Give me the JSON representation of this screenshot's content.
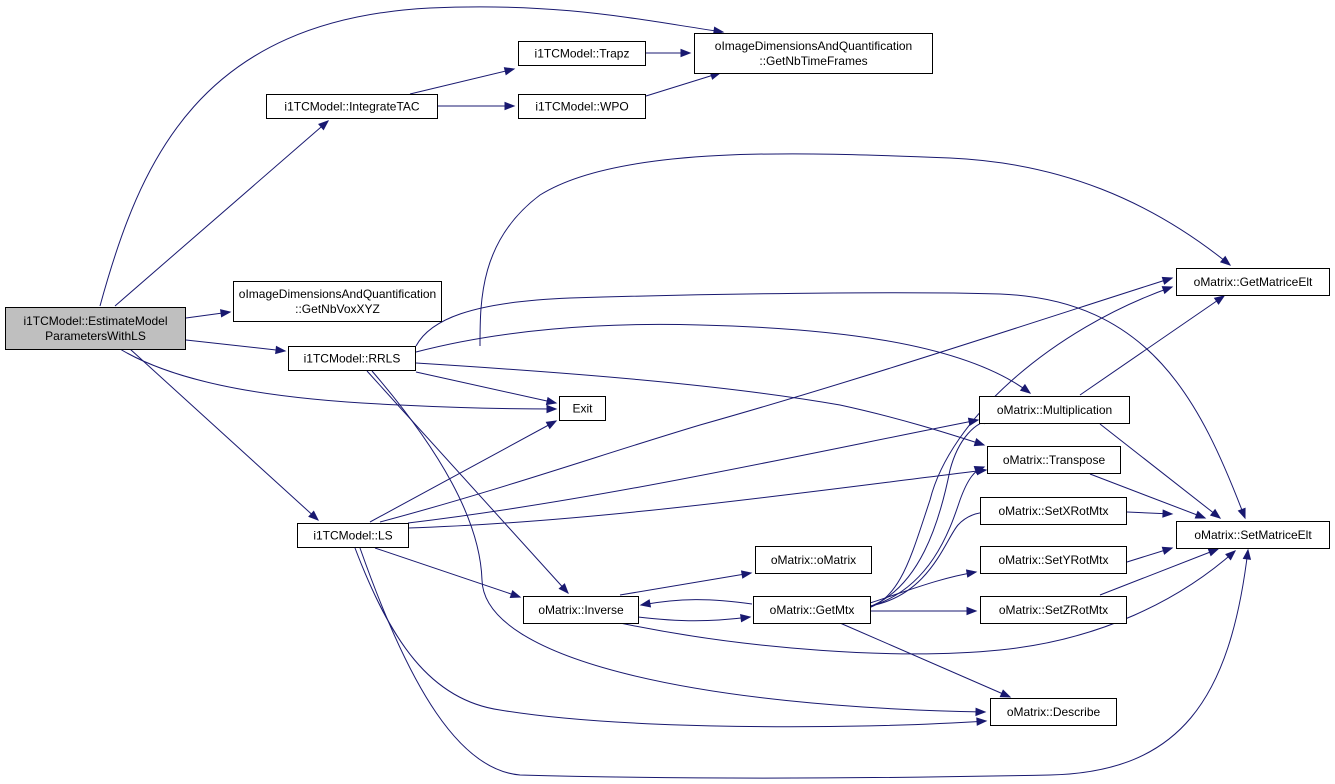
{
  "graph": {
    "type": "call-graph",
    "colors": {
      "edge": "#191970",
      "root_fill": "#bfbfbf",
      "node_fill": "#ffffff",
      "border": "#000000"
    },
    "nodes": [
      {
        "id": "root",
        "lines": [
          "i1TCModel::EstimateModel",
          "ParametersWithLS"
        ],
        "root": true
      },
      {
        "id": "integrate",
        "lines": [
          "i1TCModel::IntegrateTAC"
        ]
      },
      {
        "id": "trapz",
        "lines": [
          "i1TCModel::Trapz"
        ]
      },
      {
        "id": "wpo",
        "lines": [
          "i1TCModel::WPO"
        ]
      },
      {
        "id": "nbtime",
        "lines": [
          "oImageDimensionsAndQuantification",
          "::GetNbTimeFrames"
        ]
      },
      {
        "id": "nbvox",
        "lines": [
          "oImageDimensionsAndQuantification",
          "::GetNbVoxXYZ"
        ]
      },
      {
        "id": "rrls",
        "lines": [
          "i1TCModel::RRLS"
        ]
      },
      {
        "id": "exit",
        "lines": [
          "Exit"
        ]
      },
      {
        "id": "ls",
        "lines": [
          "i1TCModel::LS"
        ]
      },
      {
        "id": "getelt",
        "lines": [
          "oMatrix::GetMatriceElt"
        ]
      },
      {
        "id": "mult",
        "lines": [
          "oMatrix::Multiplication"
        ]
      },
      {
        "id": "transpose",
        "lines": [
          "oMatrix::Transpose"
        ]
      },
      {
        "id": "setxrot",
        "lines": [
          "oMatrix::SetXRotMtx"
        ]
      },
      {
        "id": "setelt",
        "lines": [
          "oMatrix::SetMatriceElt"
        ]
      },
      {
        "id": "omatrix",
        "lines": [
          "oMatrix::oMatrix"
        ]
      },
      {
        "id": "setyrot",
        "lines": [
          "oMatrix::SetYRotMtx"
        ]
      },
      {
        "id": "inverse",
        "lines": [
          "oMatrix::Inverse"
        ]
      },
      {
        "id": "getmtx",
        "lines": [
          "oMatrix::GetMtx"
        ]
      },
      {
        "id": "setzrot",
        "lines": [
          "oMatrix::SetZRotMtx"
        ]
      },
      {
        "id": "describe",
        "lines": [
          "oMatrix::Describe"
        ]
      }
    ],
    "edges": [
      [
        "root",
        "nbtime"
      ],
      [
        "root",
        "integrate"
      ],
      [
        "root",
        "nbvox"
      ],
      [
        "root",
        "rrls"
      ],
      [
        "root",
        "exit"
      ],
      [
        "root",
        "ls"
      ],
      [
        "integrate",
        "trapz"
      ],
      [
        "integrate",
        "wpo"
      ],
      [
        "trapz",
        "nbtime"
      ],
      [
        "wpo",
        "nbtime"
      ],
      [
        "rrls",
        "getelt"
      ],
      [
        "rrls",
        "setelt"
      ],
      [
        "rrls",
        "mult"
      ],
      [
        "rrls",
        "exit"
      ],
      [
        "rrls",
        "transpose"
      ],
      [
        "rrls",
        "inverse"
      ],
      [
        "rrls",
        "describe"
      ],
      [
        "ls",
        "exit"
      ],
      [
        "ls",
        "getelt"
      ],
      [
        "ls",
        "mult"
      ],
      [
        "ls",
        "transpose"
      ],
      [
        "ls",
        "inverse"
      ],
      [
        "ls",
        "describe"
      ],
      [
        "ls",
        "setelt"
      ],
      [
        "inverse",
        "omatrix"
      ],
      [
        "inverse",
        "getmtx"
      ],
      [
        "inverse",
        "getelt"
      ],
      [
        "inverse",
        "setelt"
      ],
      [
        "getmtx",
        "inverse"
      ],
      [
        "getmtx",
        "getelt"
      ],
      [
        "getmtx",
        "mult"
      ],
      [
        "getmtx",
        "transpose"
      ],
      [
        "getmtx",
        "setxrot"
      ],
      [
        "getmtx",
        "setyrot"
      ],
      [
        "getmtx",
        "setzrot"
      ],
      [
        "getmtx",
        "describe"
      ],
      [
        "mult",
        "getelt"
      ],
      [
        "mult",
        "setelt"
      ],
      [
        "transpose",
        "setelt"
      ],
      [
        "setxrot",
        "setelt"
      ],
      [
        "setyrot",
        "setelt"
      ],
      [
        "setzrot",
        "setelt"
      ]
    ]
  }
}
